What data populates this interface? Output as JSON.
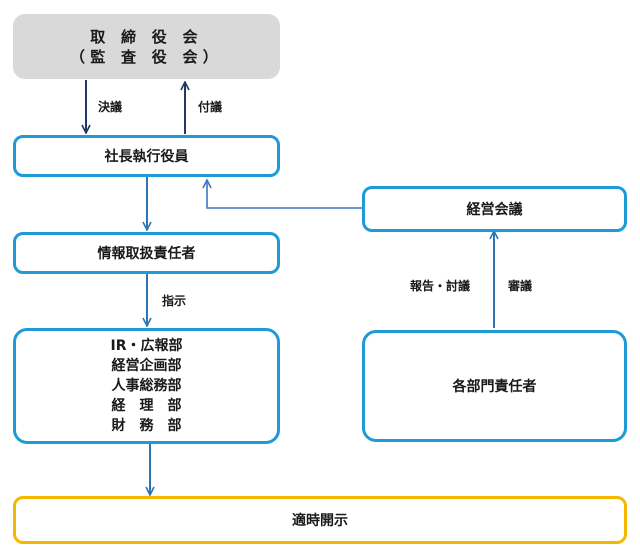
{
  "board": {
    "line1": "取 締 役 会",
    "line2": "（監 査 役 会）"
  },
  "president": "社長執行役員",
  "info_officer": "情報取扱責任者",
  "departments": [
    "IR・広報部",
    "経営企画部",
    "人事総務部",
    "経　理　部",
    "財　務　部"
  ],
  "mgmt_meeting": "経営会議",
  "dept_heads": "各部門責任者",
  "disclosure": "適時開示",
  "labels": {
    "resolution": "決議",
    "submission": "付議",
    "instruction": "指示",
    "report_discuss": "報告・討議",
    "deliberation": "審議"
  },
  "colors": {
    "blue_border": "#1e9ad6",
    "yellow_border": "#f5b800",
    "gray_fill": "#d9d9d9",
    "arrow_dark": "#1f3864",
    "arrow_light": "#4472c4"
  }
}
